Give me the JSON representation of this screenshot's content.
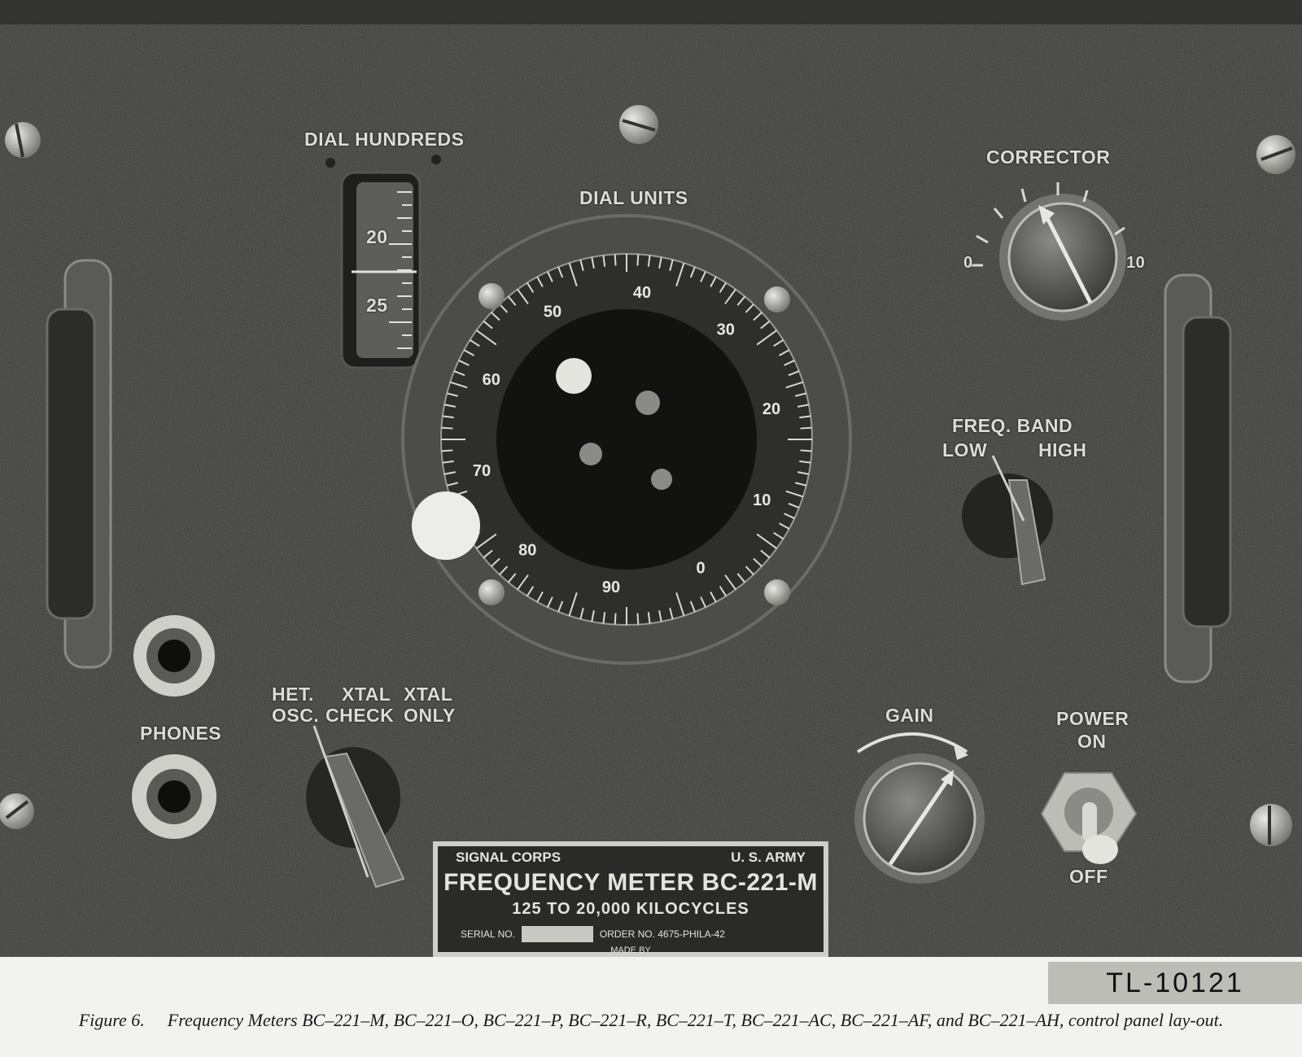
{
  "panel": {
    "labels": {
      "dial_hundreds": "DIAL HUNDREDS",
      "dial_units": "DIAL UNITS",
      "corrector": "CORRECTOR",
      "corrector_min": "0",
      "corrector_max": "10",
      "freq_band": "FREQ. BAND",
      "low": "LOW",
      "high": "HIGH",
      "phones": "PHONES",
      "het_osc": [
        "HET.",
        "OSC."
      ],
      "xtal_check": [
        "XTAL",
        "CHECK"
      ],
      "xtal_only": [
        "XTAL",
        "ONLY"
      ],
      "gain": "GAIN",
      "power_on": [
        "POWER",
        "ON"
      ],
      "off": "OFF"
    },
    "hundreds_window": {
      "readings": [
        "20",
        "25"
      ]
    },
    "units_dial": {
      "numbers": [
        "0",
        "10",
        "20",
        "30",
        "40",
        "50",
        "60",
        "70",
        "80",
        "90"
      ]
    },
    "nameplate": {
      "left": "SIGNAL CORPS",
      "right": "U. S. ARMY",
      "title": "FREQUENCY METER BC-221-M",
      "range": "125 TO 20,000 KILOCYCLES",
      "serial_label": "SERIAL NO.",
      "order": "ORDER NO. 4675-PHILA-42",
      "made_by": "MADE BY"
    }
  },
  "tag": "TL-10121",
  "caption": {
    "figure": "Figure 6.",
    "text": "Frequency Meters BC–221–M, BC–221–O, BC–221–P, BC–221–R, BC–221–T, BC–221–AC, BC–221–AF, and BC–221–AH, control panel lay-out."
  },
  "colors": {
    "panel": "#3a3a37",
    "label_text": "#dcdcd8",
    "background": "#f2f2f0"
  }
}
